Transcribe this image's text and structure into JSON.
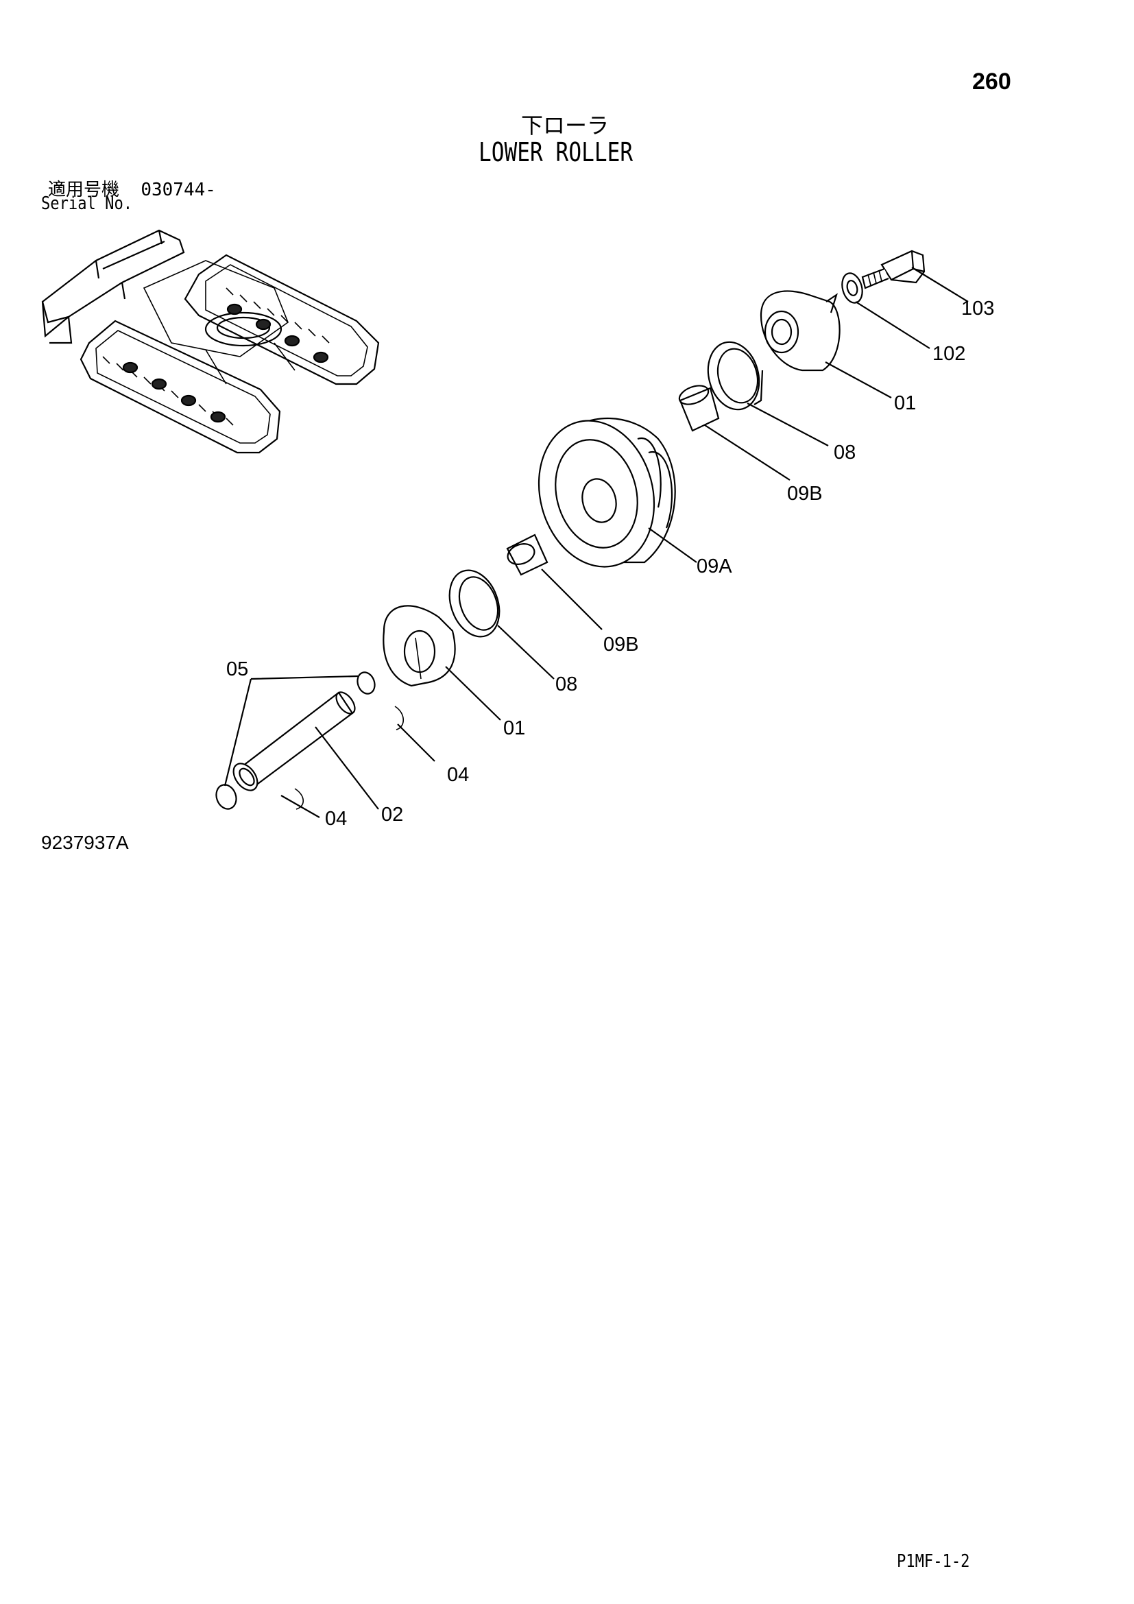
{
  "header": {
    "page_number": "260",
    "title_jp": "下ローラ",
    "title_en": "LOWER ROLLER"
  },
  "serial": {
    "label_jp": "適用号機",
    "value": "030744-",
    "label_en": "Serial No."
  },
  "diagram": {
    "id": "9237937A",
    "callouts": {
      "c103": "103",
      "c102": "102",
      "c01_right": "01",
      "c08_right": "08",
      "c09B_right": "09B",
      "c09A": "09A",
      "c09B_left": "09B",
      "c08_left": "08",
      "c01_left": "01",
      "c05": "05",
      "c04_upper": "04",
      "c04_lower": "04",
      "c02": "02"
    }
  },
  "footer": {
    "page_code": "P1MF-1-2"
  }
}
